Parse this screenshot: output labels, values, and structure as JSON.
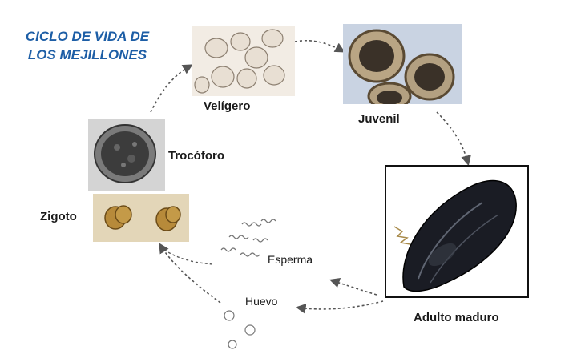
{
  "title": {
    "line1": "CICLO DE VIDA DE",
    "line2": "LOS MEJILLONES"
  },
  "stages": {
    "veligero": "Velígero",
    "juvenil": "Juvenil",
    "trocoforo": "Trocóforo",
    "zigoto": "Zigoto",
    "adulto": "Adulto maduro",
    "esperma": "Esperma",
    "huevo": "Huevo"
  },
  "colors": {
    "title": "#1d5ea6",
    "arrow": "#555555",
    "label": "#1a1a1a"
  }
}
